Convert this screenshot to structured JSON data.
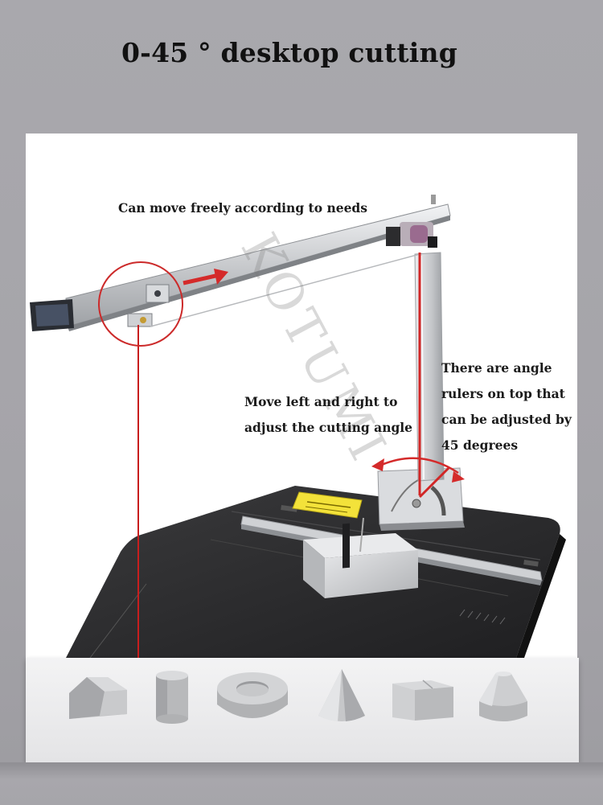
{
  "title": "0-45 ° desktop cutting",
  "watermark": "KOTUMI",
  "annotations": {
    "move_freely": "Can move freely according to needs",
    "move_left_right": [
      "Move left and right to",
      "adjust the cutting angle"
    ],
    "angle_rulers": [
      "There are angle",
      "rulers on top that",
      "can be adjusted by",
      "45 degrees"
    ]
  },
  "warning_label": "",
  "shapes": [
    "beveled-block-icon",
    "cylinder-icon",
    "ring-icon",
    "cone-icon",
    "cube-icon",
    "truncated-cone-icon"
  ],
  "colors": {
    "accent_red": "#d42a2a",
    "table_black": "#2b2b2d",
    "aluminum": "#c9cbcf"
  }
}
